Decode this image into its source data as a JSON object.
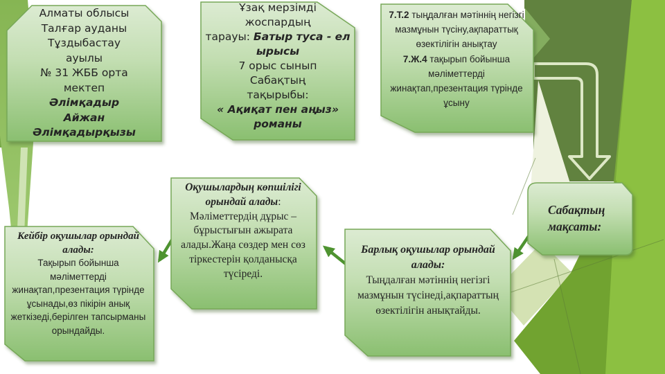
{
  "slide": {
    "boxes": {
      "school": {
        "info": "Алматы облысы\nТалғар ауданы\nТұздыбастау\nауылы\n№ 31 ЖББ орта\nмектеп",
        "author": "Әлімқадыр\nАйжан\nӘлімқадырқызы"
      },
      "plan": {
        "intro": "Ұзақ  мерзімді\nжоспардың\nтарауы:  ",
        "chapter": "Батыр туса  - ел ырысы",
        "grade": "\n7 орыс сынып\nСабақтың\nтақырыбы:\n",
        "topic": "« Ақиқат пен аңыз» романы"
      },
      "objectives": {
        "code1": "7.Т.2",
        "text1": " тыңдалған мәтіннің негізгі мазмұнын түсіну,ақпараттық өзектілігін анықтау\n",
        "code2": "7.Ж.4",
        "text2": " тақырып бойынша мәліметтерді жинақтап,презентация түрінде ұсыну"
      },
      "goal": {
        "label": "Сабақтың\nмақсаты:"
      },
      "all_students": {
        "header": "Барлық оқушылар орындай алады:",
        "body": "Тыңдалған мәтіннің негізгі мазмұнын түсінеді,ақпараттың өзектілігін анықтайды."
      },
      "most_students": {
        "header": "Оқушылардың көпшілігі орындай алады",
        "header_colon": ":",
        "body": "Мәліметтердің дұрыс – бұрыстығын ажырата алады.Жаңа сөздер мен сөз тіркестерін қолданысқа түсіреді."
      },
      "some_students": {
        "header": "Кейбір оқушылар орындай алады:",
        "body": "Тақырып бойынша мәліметтерді жинақтап,презентация түрінде ұсынады,өз пікірін анық жеткізеді,берілген тапсырманы орындайды."
      }
    },
    "icons": {
      "flow_arrow": "bent-down-arrow",
      "connector": "diagonal-arrow"
    },
    "colors": {
      "box_gradient_top": "#d9e9cc",
      "box_gradient_mid": "#c3deb2",
      "box_gradient_bottom": "#8dc173",
      "box_border": "#77a858",
      "connector_green": "#4e9330",
      "flow_arrow_outline": "#dde8c6",
      "decor_dark_green": "#61823f",
      "decor_lime": "#8cc041",
      "decor_mid_green": "#71a330",
      "decor_pale_green": "#d4e2b3",
      "decor_cream": "#eef2df",
      "text_color": "#242424"
    }
  }
}
